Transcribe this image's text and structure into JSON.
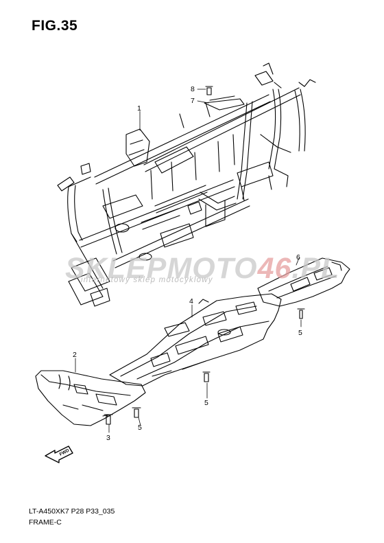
{
  "figure": {
    "title": "FIG.35"
  },
  "watermark": {
    "brand_a": "SKLEP",
    "brand_b": "MOTO",
    "brand_c": "46",
    "brand_d": ".PL",
    "tagline": "internetowy sklep motocyklowy"
  },
  "callouts": [
    "1",
    "2",
    "3",
    "4",
    "5",
    "5",
    "5",
    "6",
    "7",
    "8"
  ],
  "arrow_label": "FWD",
  "footer": {
    "code": "LT-A450XK7 P28 P33_035",
    "name": "FRAME-C"
  },
  "colors": {
    "line": "#000000",
    "background": "#ffffff",
    "watermark_gray": "#c9c9c9",
    "watermark_red": "#e6a0a0"
  }
}
